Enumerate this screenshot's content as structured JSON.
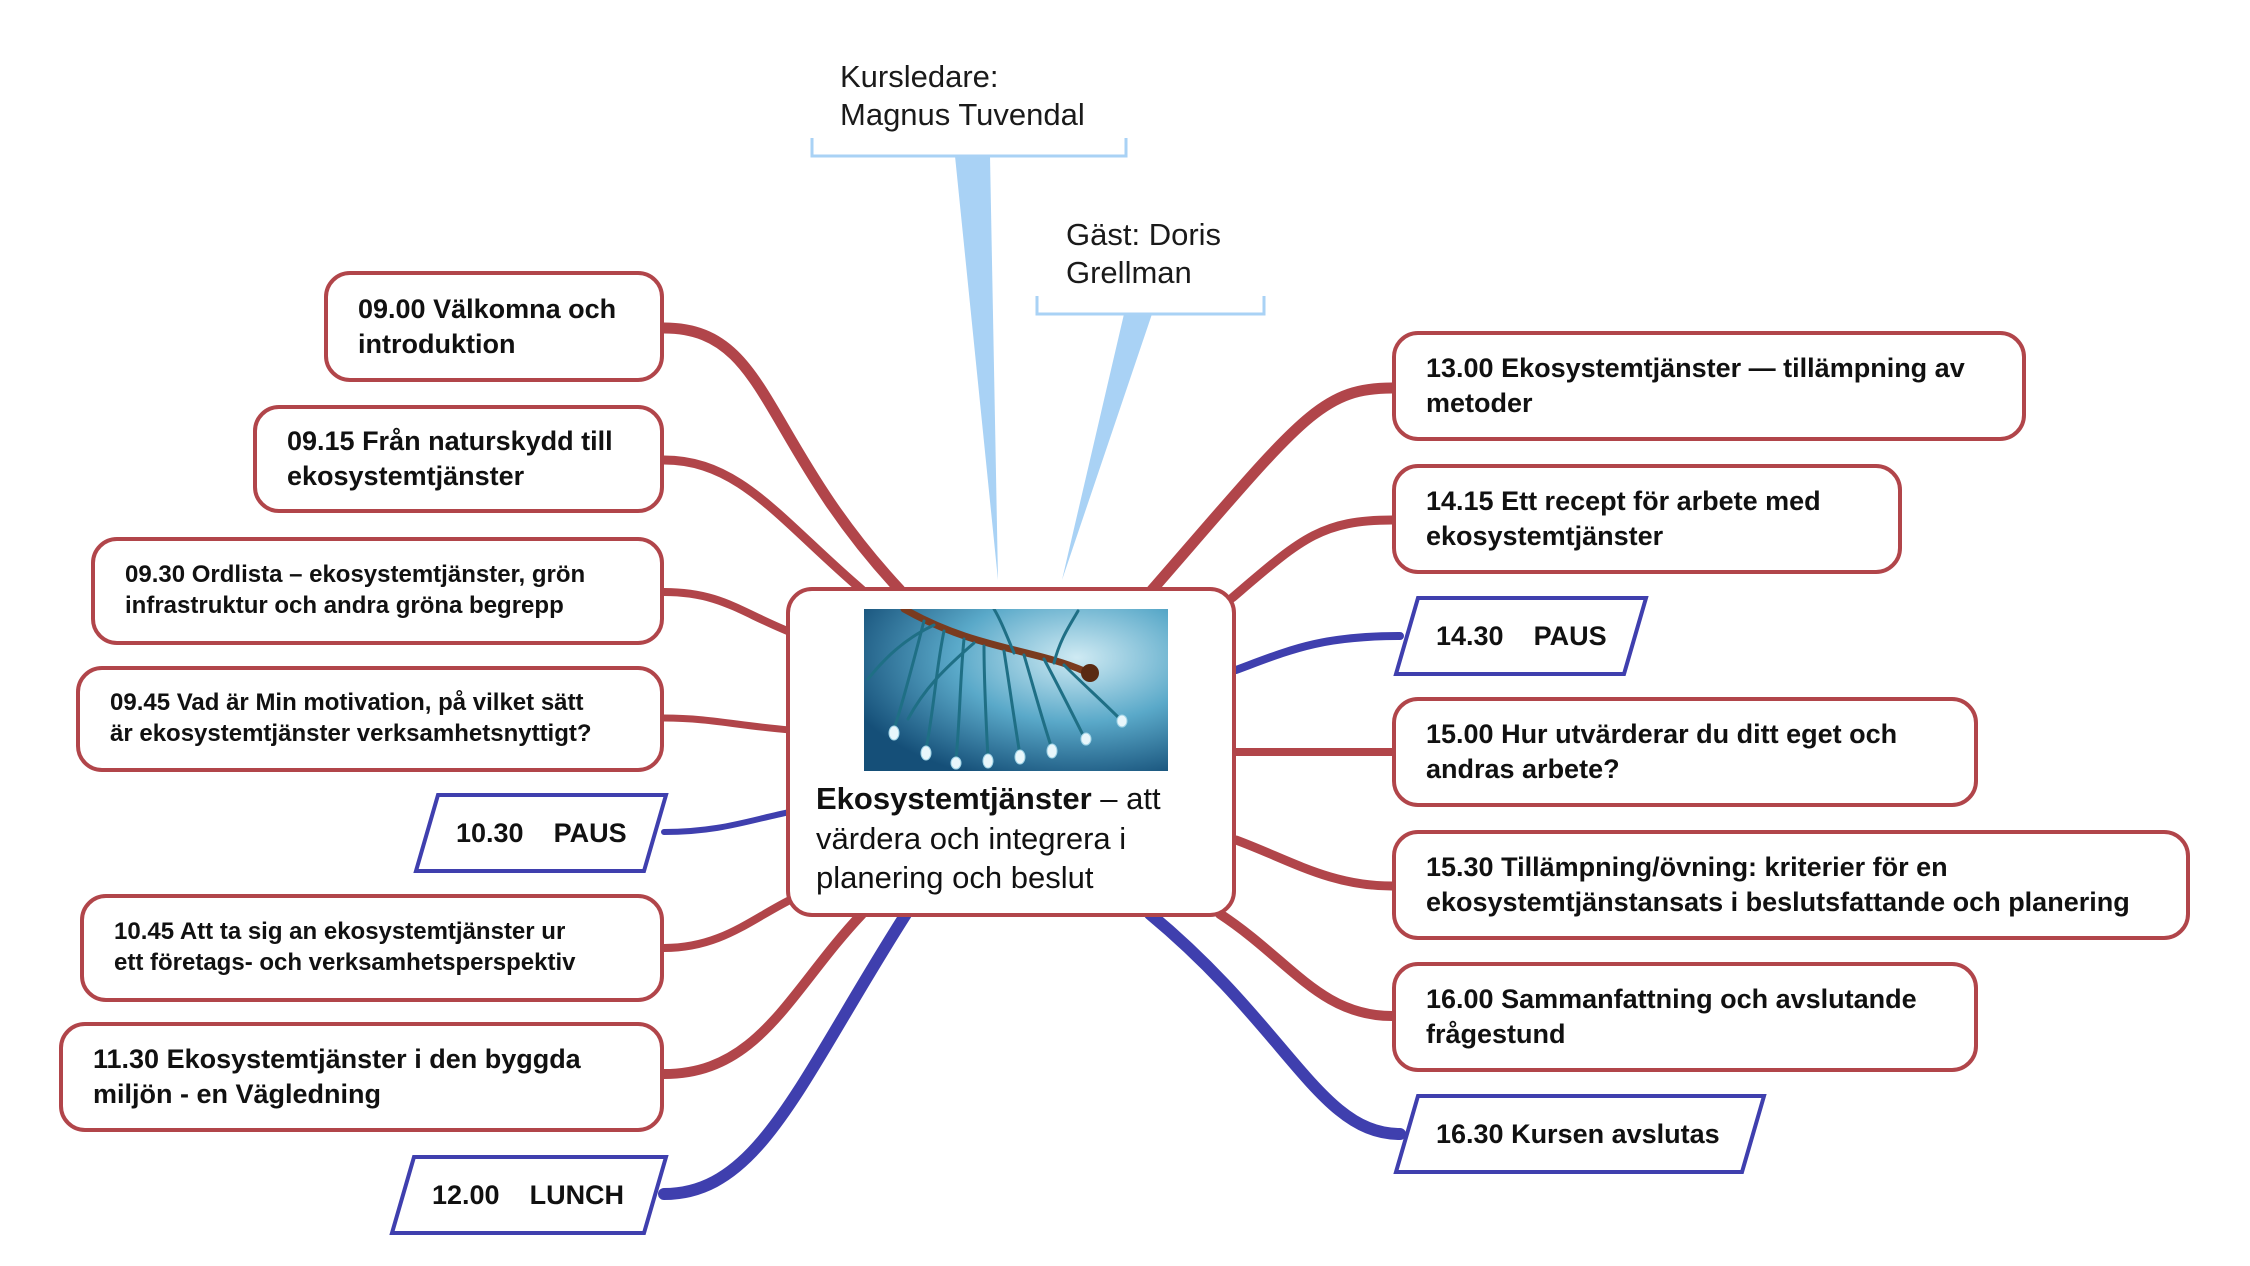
{
  "central_topic": {
    "title_bold": "Ekosystemtjänster",
    "title_rest": " – att värdera och integrera i planering och beslut"
  },
  "callouts": {
    "leader": "Kursledare:\nMagnus Tuvendal",
    "guest": "Gäst: Doris\nGrellman"
  },
  "left_branches": [
    "09.00 Välkomna och\nintroduktion",
    "09.15 Från naturskydd till\nekosystemtjänster",
    "09.30 Ordlista – ekosystemtjänster, grön\ninfrastruktur och andra gröna begrepp",
    "09.45 Vad är Min motivation, på vilket sätt\när ekosystemtjänster verksamhetsnyttigt?",
    "10.30    PAUS",
    "10.45    Att ta sig an ekosystemtjänster ur\nett företags- och verksamhetsperspektiv",
    "11.30    Ekosystemtjänster i den byggda\nmiljön - en Vägledning",
    "12.00    LUNCH"
  ],
  "right_branches": [
    "13.00 Ekosystemtjänster  —  tillämpning av\nmetoder",
    "14.15    Ett recept för arbete med\nekosystemtjänster",
    "14.30    PAUS",
    "15.00    Hur utvärderar du ditt eget och\nandras arbete?",
    "15.30    Tillämpning/övning: kriterier för en\nekosystemtjänstansats i beslutsfattande och planering",
    "16.00 Sammanfattning och avslutande\nfrågestund",
    "16.30 Kursen avslutas"
  ],
  "colors": {
    "branch_red": "#b1454a",
    "branch_blue": "#3f3fae",
    "callout_blue": "#a9d2f5"
  }
}
